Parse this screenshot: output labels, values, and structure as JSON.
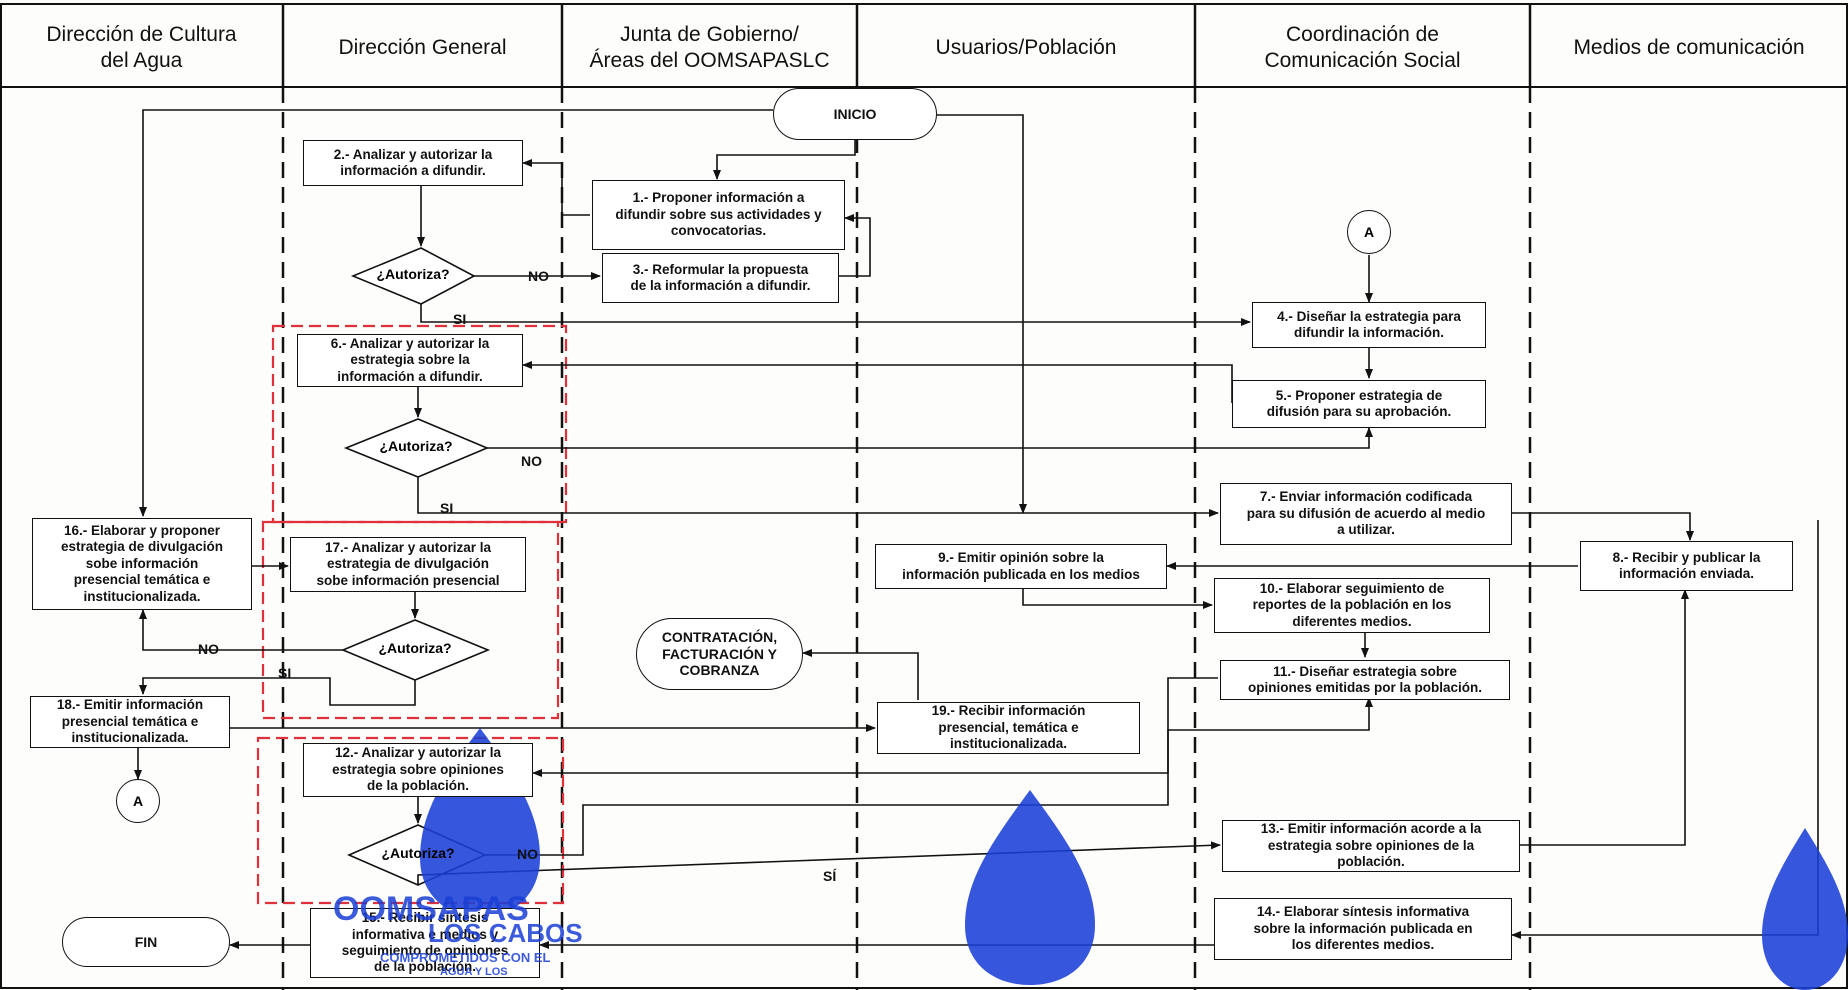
{
  "lanes": [
    "Dirección de Cultura\ndel Agua",
    "Dirección General",
    "Junta de Gobierno/\nÁreas del OOMSAPASLC",
    "Usuarios/Población",
    "Coordinación de\nComunicación Social",
    "Medios de comunicación"
  ],
  "terminals": {
    "inicio": "INICIO",
    "fin": "FIN",
    "contratacion": "CONTRATACIÓN,\nFACTURACIÓN Y\nCOBRANZA"
  },
  "connectors": {
    "a_top": "A",
    "a_left": "A"
  },
  "steps": {
    "s1": "1.- Proponer información a\ndifundir sobre sus actividades y\nconvocatorias.",
    "s2": "2.- Analizar y autorizar la\ninformación a difundir.",
    "s3": "3.- Reformular la propuesta\nde la información a difundir.",
    "s4": "4.- Diseñar la estrategia para\ndifundir la información.",
    "s5": "5.- Proponer estrategia de\ndifusión para su aprobación.",
    "s6": "6.- Analizar y autorizar la\nestrategia sobre la\ninformación a difundir.",
    "s7": "7.- Enviar información codificada\npara su difusión de acuerdo al medio\na utilizar.",
    "s8": "8.- Recibir y publicar la\ninformación enviada.",
    "s9": "9.- Emitir opinión sobre la\ninformación publicada en los medios",
    "s10": "10.- Elaborar seguimiento de\nreportes de la población en los\ndiferentes medios.",
    "s11": "11.- Diseñar estrategia sobre\nopiniones emitidas por la población.",
    "s12": "12.- Analizar y autorizar la\nestrategia sobre opiniones\nde la población.",
    "s13": "13.- Emitir información acorde a la\nestrategia sobre opiniones de la\npoblación.",
    "s14": "14.- Elaborar síntesis informativa\nsobre la información publicada en\nlos diferentes medios.",
    "s15": "15.- Recibir síntesis\ninformativa e medios y\nseguimiento de opiniones\nde la población.",
    "s16": "16.- Elaborar y proponer\nestrategia de divulgación\nsobe información\npresencial temática e\ninstitucionalizada.",
    "s17": "17.- Analizar y autorizar la\nestrategia de divulgación\nsobe información presencial",
    "s18": "18.- Emitir información\npresencial temática e\ninstitucionalizada.",
    "s19": "19.- Recibir información\npresencial,  temática e\ninstitucionalizada."
  },
  "decisions": {
    "d1": "¿Autoriza?",
    "d2": "¿Autoriza?",
    "d3": "¿Autoriza?",
    "d4": "¿Autoriza?"
  },
  "labels": {
    "no1": "NO",
    "si1": "SI",
    "no2": "NO",
    "si2": "SI",
    "no3": "NO",
    "si3": "SI",
    "no4": "NO",
    "si4": "SÍ"
  },
  "watermark": {
    "brand1": "OOMSAPAS",
    "brand2": "LOS CABOS",
    "tagline": "COMPROMETIDOS CON EL",
    "tagline2": "AGUA Y LOS"
  },
  "colors": {
    "line": "#111111",
    "highlight": "#e0303a",
    "watermark": "#1a3fd6"
  }
}
